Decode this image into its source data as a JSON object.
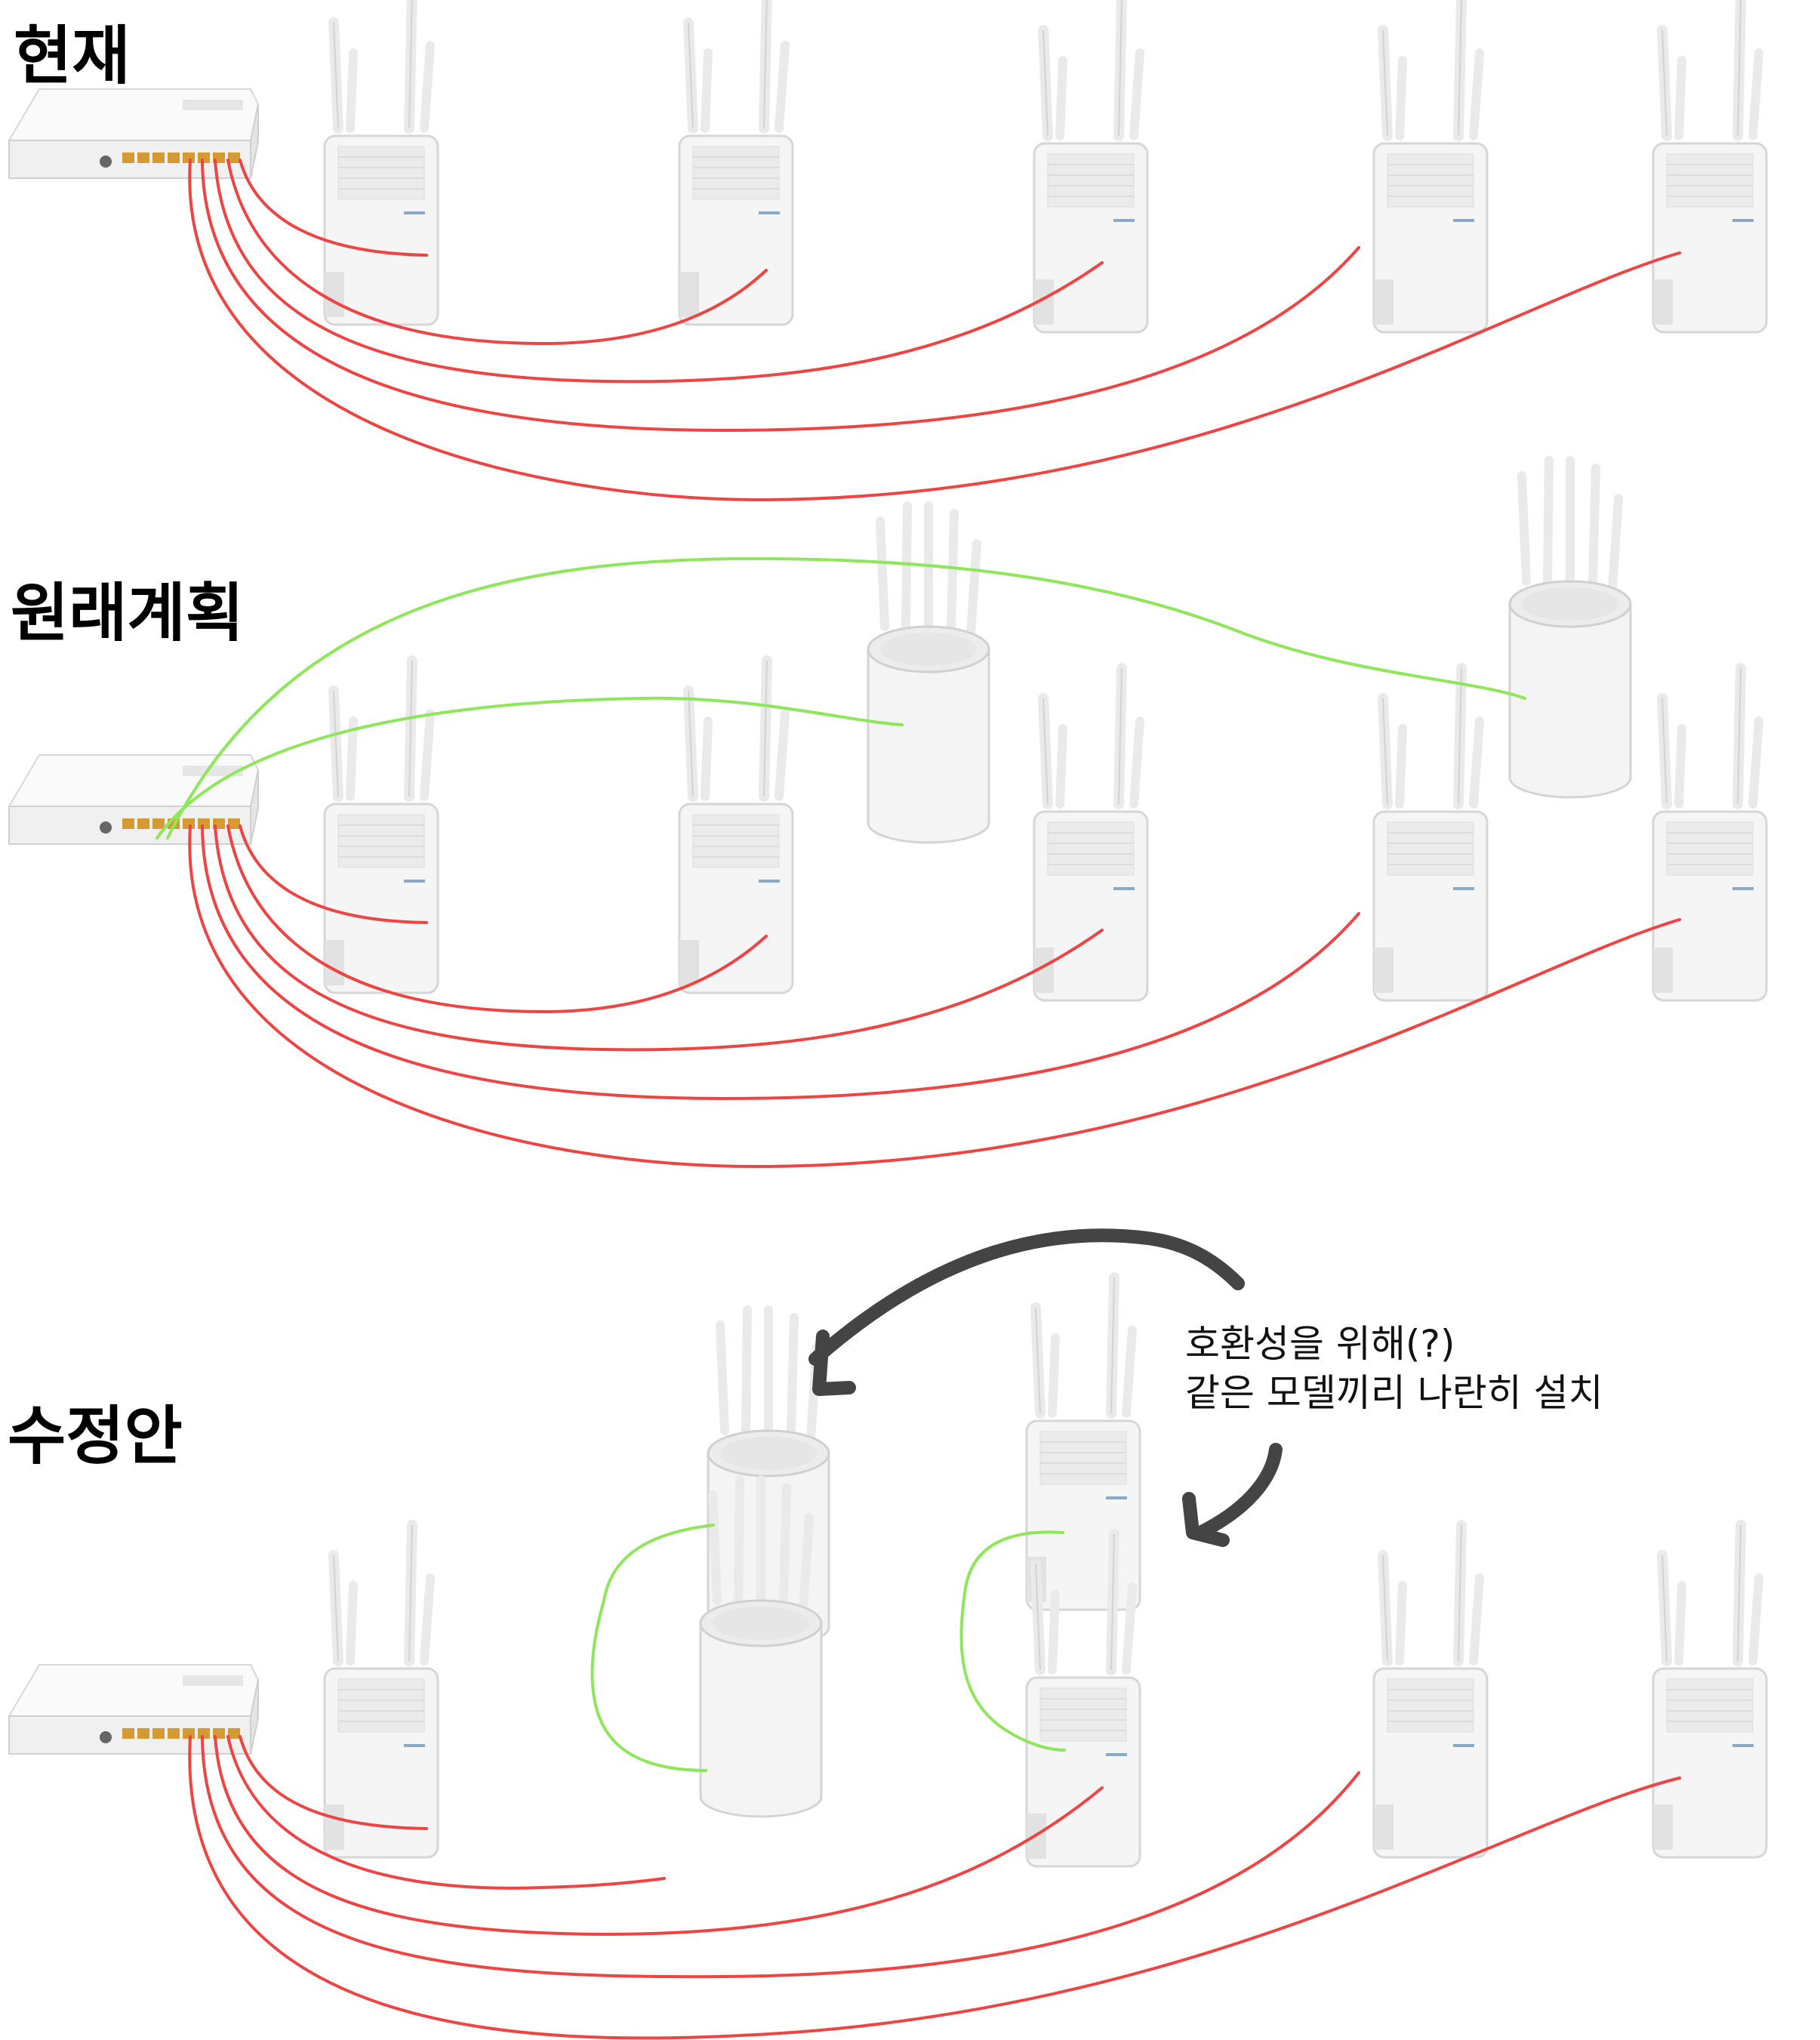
{
  "sections": [
    {
      "title": "현재"
    },
    {
      "title": "원래계획"
    },
    {
      "title": "수정안"
    }
  ],
  "annotation": {
    "line1": "호환성을 위해(?)",
    "line2": "같은 모델끼리 나란히 설치"
  },
  "colors": {
    "ethernet_cable": "#ee4444",
    "green_cable": "#8ee65a",
    "arrow": "#444444",
    "device_body": "#f4f4f4",
    "device_edge": "#cfcfcf"
  },
  "icons": {
    "switch": "network-switch-icon",
    "extender": "wifi-extender-icon",
    "mesh": "mesh-router-icon"
  }
}
